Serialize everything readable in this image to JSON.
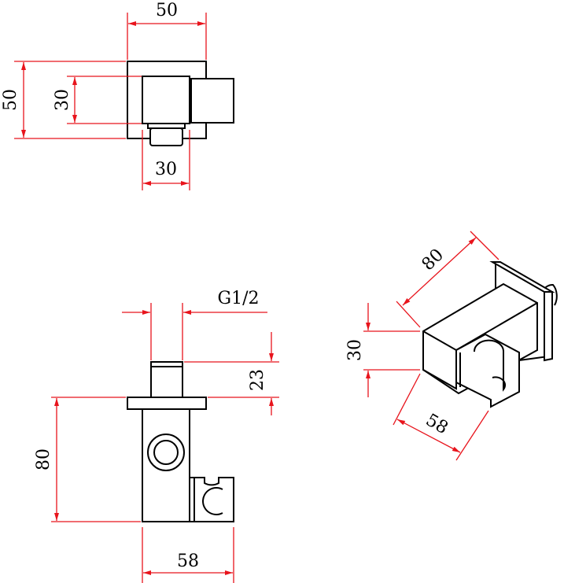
{
  "top_view": {
    "width_label": "50",
    "height_label": "50",
    "inner_height_label": "30",
    "inner_width_label": "30"
  },
  "front_view": {
    "thread_label": "G1/2",
    "thread_length_label": "23",
    "height_label": "80",
    "depth_label": "58"
  },
  "iso_view": {
    "length_label": "80",
    "height_label": "30",
    "depth_label": "58"
  },
  "colors": {
    "dimension": "#e8141c",
    "outline": "#000000"
  }
}
